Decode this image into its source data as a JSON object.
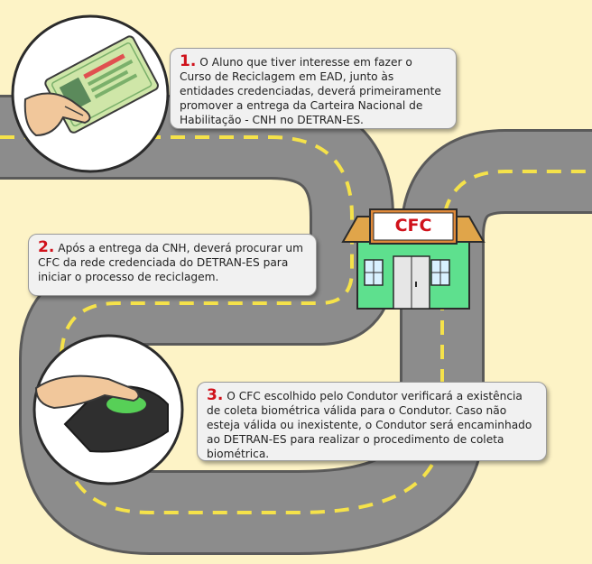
{
  "building": {
    "sign": "CFC"
  },
  "steps": [
    {
      "number": "1.",
      "text": "O Aluno que tiver interesse em fazer o Curso de Reciclagem em EAD, junto às entidades credenciadas, deverá primeiramente promover a entrega da Carteira Nacional de Habilitação - CNH no DETRAN-ES."
    },
    {
      "number": "2.",
      "text": "Após a entrega da CNH, deverá procurar um CFC da rede credenciada do DETRAN-ES para iniciar o processo de reciclagem."
    },
    {
      "number": "3.",
      "text": "O CFC escolhido pelo Condutor verificará a existência de coleta biométrica válida para o Condutor. Caso não esteja válida ou inexistente, o Condutor será encaminhado ao DETRAN-ES para realizar o procedimento de coleta biométrica."
    }
  ],
  "colors": {
    "road": "#8c8c8c",
    "road_line": "#f5e24a",
    "background": "#fdf3c6",
    "step_number": "#d0121b",
    "building_wall": "#5ee08e",
    "roof": "#e0a54a"
  },
  "icons": [
    "hand-holding-license-icon",
    "cfc-building-icon",
    "fingerprint-scanner-icon"
  ]
}
